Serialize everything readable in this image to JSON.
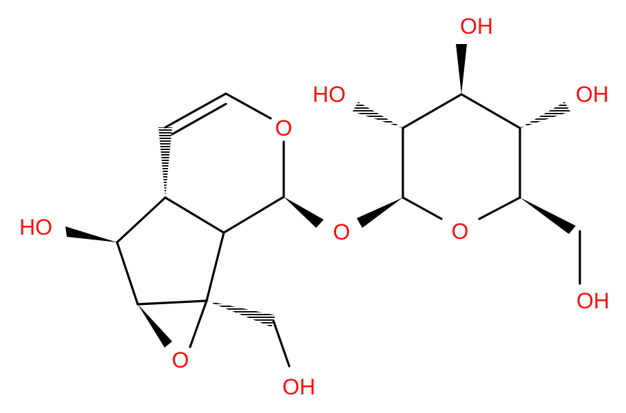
{
  "atom_labels": {
    "oh_cyclopentane": "HO",
    "o_ring_dihydropyran": "O",
    "o_epoxide": "O",
    "oh_hydroxymethyl_left": "OH",
    "o_glycosidic": "O",
    "o_ring_glucose": "O",
    "oh_glucose_c2": "HO",
    "oh_glucose_c3": "OH",
    "oh_glucose_c4": "OH",
    "oh_glucose_c6": "OH"
  },
  "colors": {
    "bond": "#000000",
    "oxygen": "#ff0d0d"
  }
}
